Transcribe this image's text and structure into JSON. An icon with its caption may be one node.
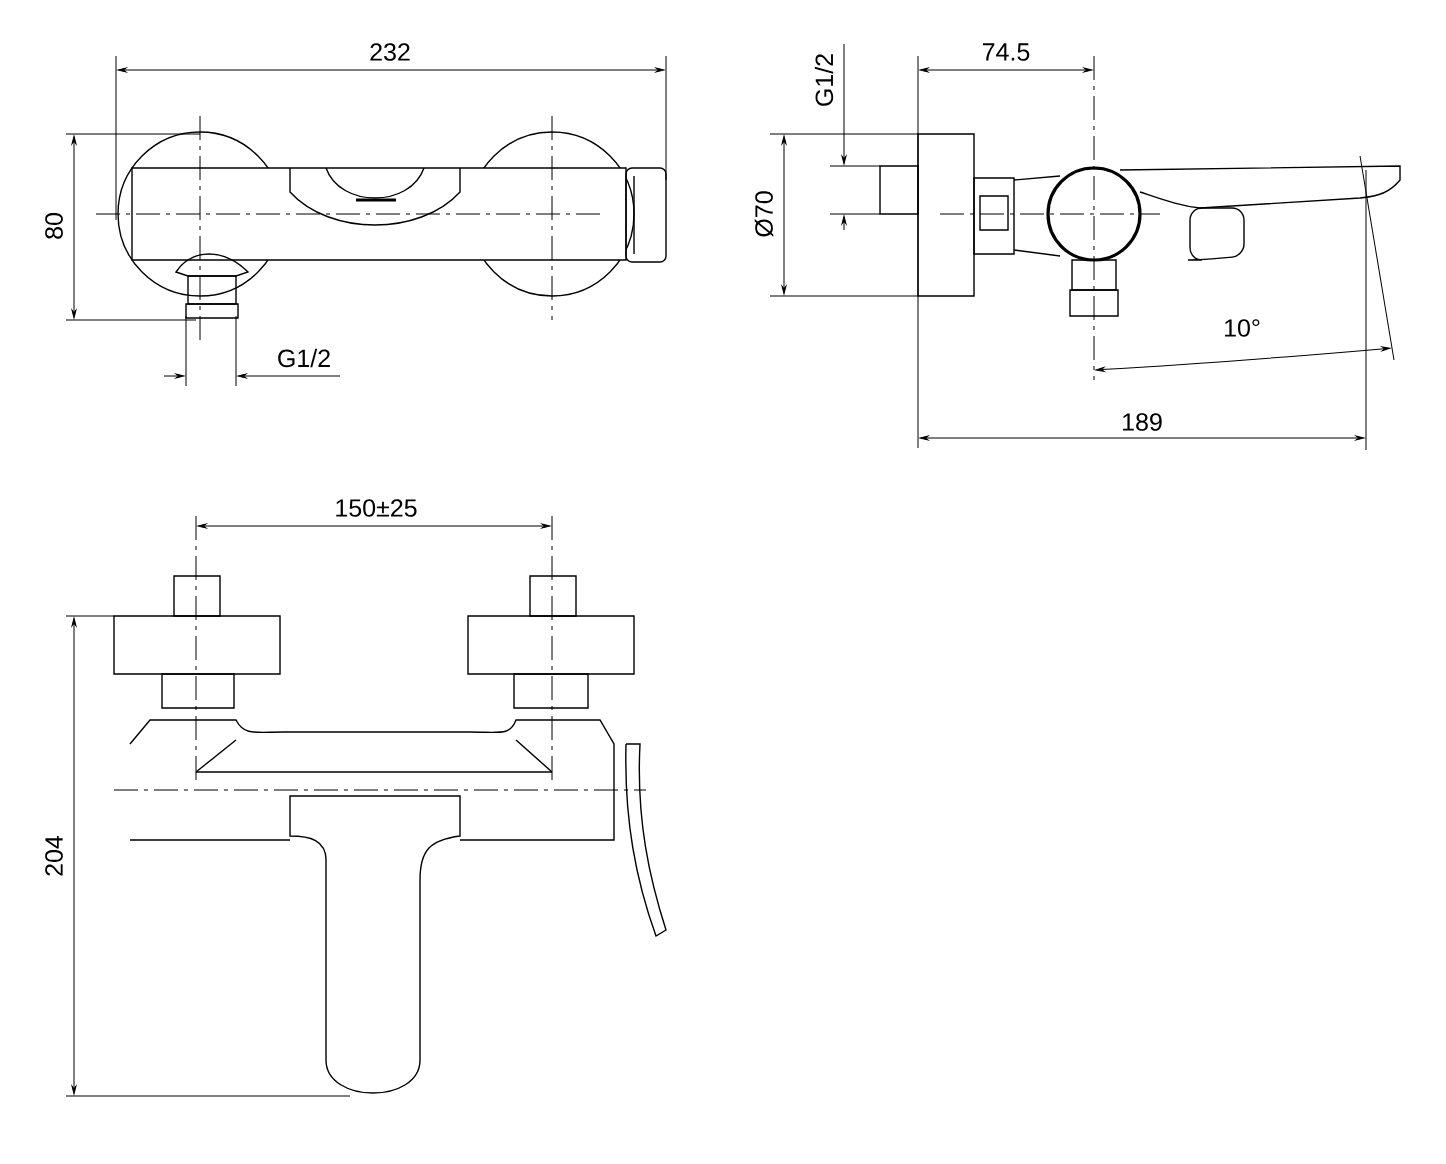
{
  "diagram": {
    "labels": [
      "232",
      "74.5",
      "G1/2",
      "80",
      "Ø70",
      "10°",
      "G1/2",
      "189",
      "150±25",
      "204"
    ]
  }
}
